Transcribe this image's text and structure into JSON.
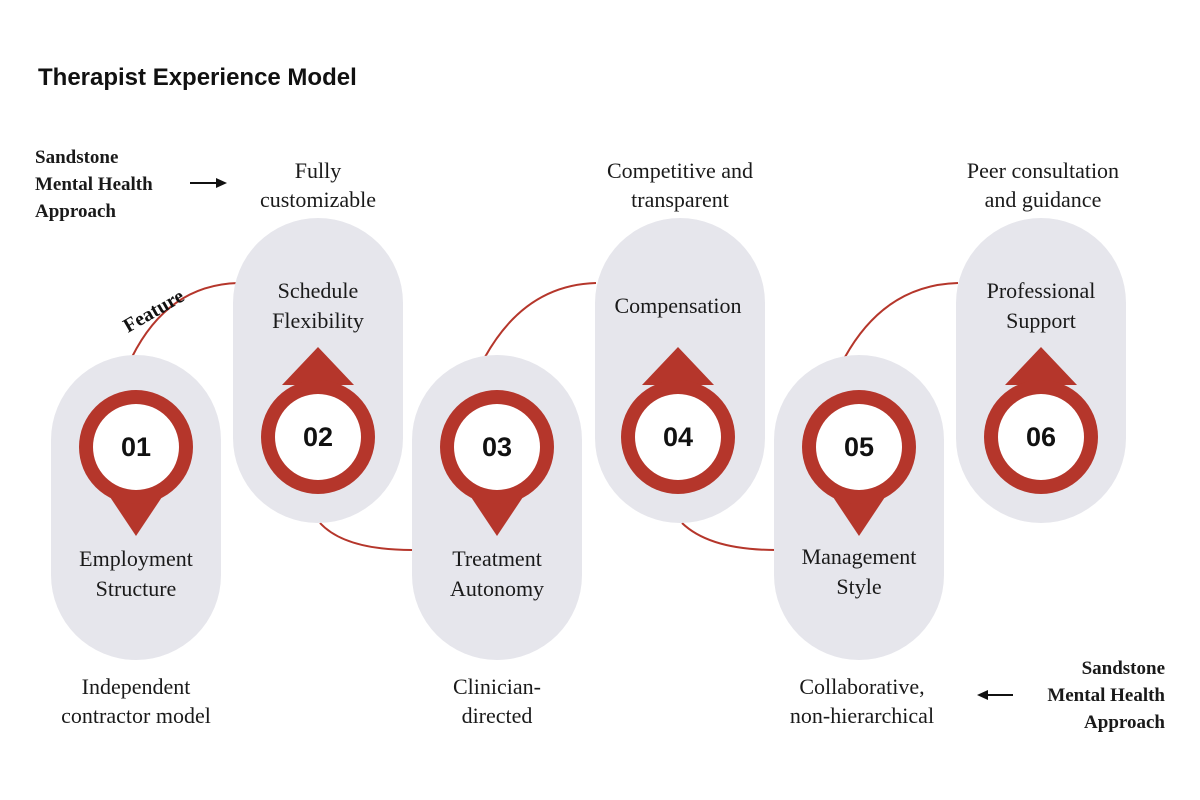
{
  "title": "Therapist Experience Model",
  "approach_note": "Sandstone Mental Health Approach",
  "approach_note_lines": [
    "Sandstone",
    "Mental Health",
    "Approach"
  ],
  "feature_label": "Feature",
  "colors": {
    "accent": "#b5362b",
    "pill": "#e6e6ec",
    "text": "#1a1a1a"
  },
  "steps": [
    {
      "number": "01",
      "label": "Employment Structure",
      "label_lines": [
        "Employment",
        "Structure"
      ],
      "description": "Independent contractor model",
      "description_lines": [
        "Independent",
        "contractor model"
      ]
    },
    {
      "number": "02",
      "label": "Schedule Flexibility",
      "label_lines": [
        "Schedule",
        "Flexibility"
      ],
      "description": "Fully customizable",
      "description_lines": [
        "Fully",
        "customizable"
      ]
    },
    {
      "number": "03",
      "label": "Treatment Autonomy",
      "label_lines": [
        "Treatment",
        "Autonomy"
      ],
      "description": "Clinician-directed",
      "description_lines": [
        "Clinician-",
        "directed"
      ]
    },
    {
      "number": "04",
      "label": "Compensation",
      "label_lines": [
        "Compensation"
      ],
      "description": "Competitive and transparent",
      "description_lines": [
        "Competitive and",
        "transparent"
      ]
    },
    {
      "number": "05",
      "label": "Management Style",
      "label_lines": [
        "Management",
        "Style"
      ],
      "description": "Collaborative, non-hierarchical",
      "description_lines": [
        "Collaborative,",
        "non-hierarchical"
      ]
    },
    {
      "number": "06",
      "label": "Professional Support",
      "label_lines": [
        "Professional",
        "Support"
      ],
      "description": "Peer consultation and guidance",
      "description_lines": [
        "Peer consultation",
        "and guidance"
      ]
    }
  ]
}
